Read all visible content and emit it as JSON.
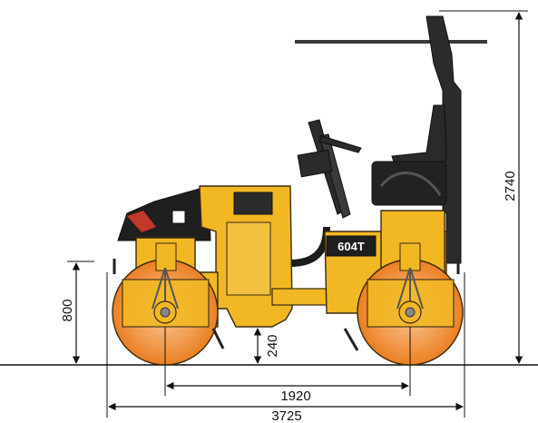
{
  "diagram": {
    "model_label": "604T",
    "dimensions": {
      "overall_height": "2740",
      "drum_axle_height": "800",
      "ground_clearance": "240",
      "wheelbase": "1920",
      "overall_length": "3725"
    },
    "colors": {
      "body_yellow": "#f2b824",
      "body_outline": "#3a2a10",
      "drum_orange": "#f08a30",
      "drum_light": "#f6b070",
      "frame_dark": "#2b2b2b",
      "accent_red": "#c0392b",
      "dimension_line": "#111111"
    }
  }
}
